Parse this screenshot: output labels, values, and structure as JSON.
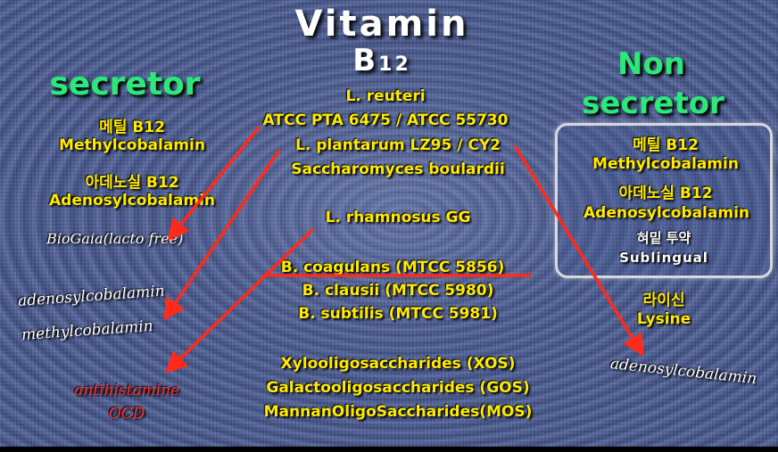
{
  "title": {
    "line1": "Vitamin",
    "line2_main": "B",
    "line2_sub": "12"
  },
  "secretor": {
    "heading": "secretor",
    "methyl_ko": "메틸 B12",
    "methyl_en": "Methylcobalamin",
    "adeno_ko": "아데노실  B12",
    "adeno_en": "Adenosylcobalamin",
    "biogaia": "BioGaia(lacto free)",
    "out_adeno": "adenosylcobalamin",
    "out_methyl": "methylcobalamin",
    "antihistamine": "antihistamine",
    "ocd": "OCD"
  },
  "non_secretor": {
    "heading1": "Non",
    "heading2": "secretor",
    "methyl_ko": "메틸 B12",
    "methyl_en": "Methylcobalamin",
    "adeno_ko": "아데노실  B12",
    "adeno_en": "Adenosylcobalamin",
    "sublingual_ko": "혀밑 투약",
    "sublingual_en": "Sublingual",
    "lysine_ko": "라이신",
    "lysine_en": "Lysine",
    "out_adeno": "adenosylcobalamin"
  },
  "center": {
    "reuteri": "L. reuteri",
    "atcc": "ATCC PTA 6475 / ATCC 55730",
    "plantarum": "L. plantarum LZ95 / CY2",
    "boulardii": "Saccharomyces boulardii",
    "rhamnosus": "L. rhamnosus GG",
    "coagulans": "B. coagulans (MTCC 5856)",
    "clausii": "B. clausii (MTCC 5980)",
    "subtilis": "B. subtilis (MTCC 5981)",
    "xos": "Xylooligosaccharides (XOS)",
    "gos": "Galactooligosaccharides (GOS)",
    "mos": "MannanOligoSaccharides(MOS)"
  },
  "colors": {
    "accent_yellow": "#ffea00",
    "accent_green": "#2ce87a",
    "arrow_red": "#ff2a1a",
    "warn_red": "#ff3030"
  }
}
